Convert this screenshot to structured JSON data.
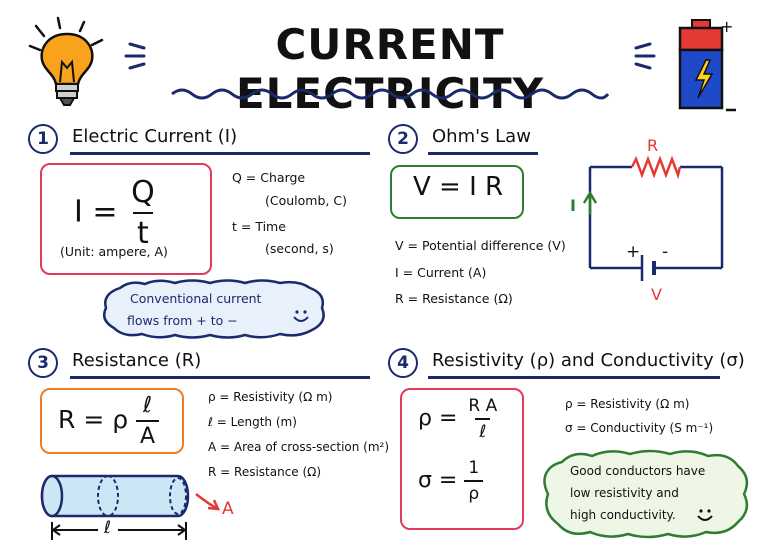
{
  "title": "CURRENT ELECTRICITY",
  "sections": {
    "electric_current": {
      "number": "1",
      "heading": "Electric Current (I)",
      "formula_lhs": "I =",
      "formula_num": "Q",
      "formula_den": "t",
      "unit_note": "(Unit: ampere, A)",
      "defs": [
        "Q = Charge",
        "(Coulomb, C)",
        "t = Time",
        "(second, s)"
      ],
      "note_line1": "Conventional current",
      "note_line2": "flows from + to −"
    },
    "ohms_law": {
      "number": "2",
      "heading": "Ohm's Law",
      "formula": "V = I R",
      "defs": [
        "V = Potential difference (V)",
        "I = Current (A)",
        "R = Resistance (Ω)"
      ],
      "circuit_R": "R",
      "circuit_I": "I",
      "circuit_V": "V",
      "circuit_plus": "+",
      "circuit_minus": "-"
    },
    "resistance": {
      "number": "3",
      "heading": "Resistance (R)",
      "formula_lhs": "R = ρ",
      "formula_num": "ℓ",
      "formula_den": "A",
      "defs": [
        "ρ = Resistivity (Ω m)",
        "ℓ = Length (m)",
        "A = Area of cross-section (m²)",
        "R = Resistance (Ω)"
      ],
      "wire_length_label": "ℓ",
      "wire_area_label": "A"
    },
    "resistivity": {
      "number": "4",
      "heading": "Resistivity (ρ) and Conductivity (σ)",
      "rho_lhs": "ρ =",
      "rho_num": "R A",
      "rho_den": "ℓ",
      "sigma_lhs": "σ =",
      "sigma_num": "1",
      "sigma_den": "ρ",
      "defs": [
        "ρ = Resistivity (Ω m)",
        "σ = Conductivity (S m⁻¹)"
      ],
      "note_lines": [
        "Good conductors have",
        "low resistivity and",
        "high conductivity."
      ]
    }
  },
  "colors": {
    "navy": "#1a2a6c",
    "pink": "#e33a5c",
    "green": "#2e7d32",
    "orange": "#f07b2a",
    "red": "#e53935",
    "cloud_fill": "#e8f0fb",
    "cloud_green_fill": "#eef7e6"
  },
  "icons": [
    "light-bulb-icon",
    "battery-icon",
    "smiley-icon"
  ]
}
